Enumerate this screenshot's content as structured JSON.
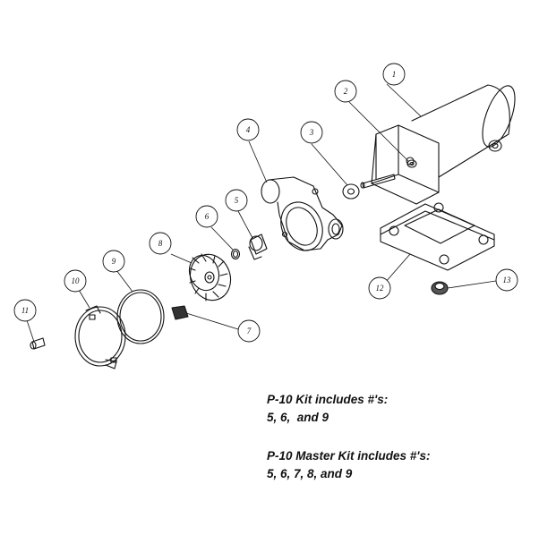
{
  "callouts": [
    "1",
    "2",
    "3",
    "4",
    "5",
    "6",
    "7",
    "8",
    "9",
    "10",
    "11",
    "12",
    "13"
  ],
  "kits": [
    {
      "title": "P-10 Kit includes #'s:",
      "items": "5, 6,  and 9"
    },
    {
      "title": "P-10 Master Kit includes #'s:",
      "items": "5, 6, 7, 8, and 9"
    }
  ]
}
